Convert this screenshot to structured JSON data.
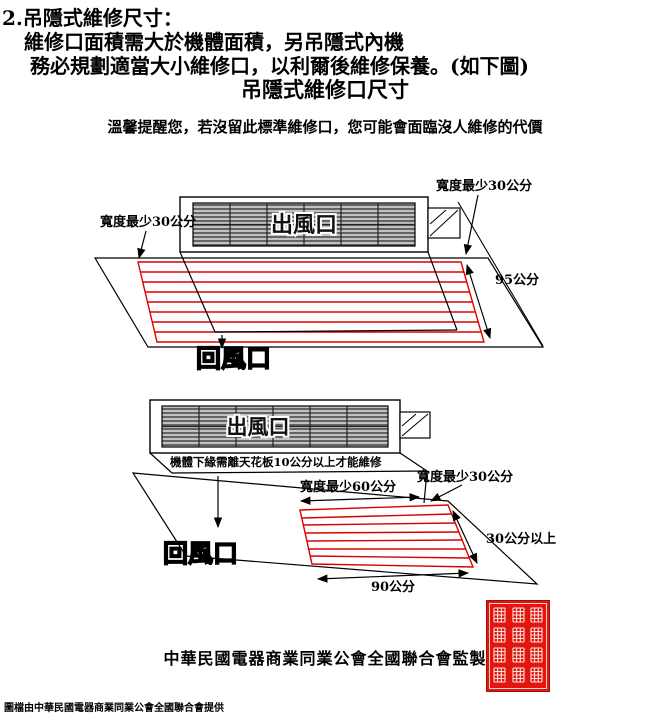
{
  "header": {
    "line1": "2.吊隱式維修尺寸：",
    "line2": "維修口面積需大於機體面積，另吊隱式內機",
    "line3": "務必規劃適當大小維修口，以利爾後維修保養。(如下圖)",
    "title": "吊隱式維修口尺寸",
    "warning": "溫馨提醒您，若沒留此標準維修口，您可能會面臨沒人維修的代價"
  },
  "diagram1": {
    "outlet": "出風口",
    "return": "回風口",
    "width_left": "寬度最少30公分",
    "width_right": "寬度最少30公分",
    "depth": "95公分"
  },
  "diagram2": {
    "outlet": "出風口",
    "return": "回風口",
    "clearance_note": "機體下緣需離天花板10公分以上才能維修",
    "width_60": "寬度最少60公分",
    "width_30": "寬度最少30公分",
    "side_30": "30公分以上",
    "width_90": "90公分"
  },
  "footer": {
    "supervised_by": "中華民國電器商業同業公會全國聯合會監製",
    "credit": "圖檔由中華民國電器商業同業公會全國聯合會提供"
  },
  "colors": {
    "opening_red": "#dd0000",
    "seal_red": "#e3150f"
  }
}
